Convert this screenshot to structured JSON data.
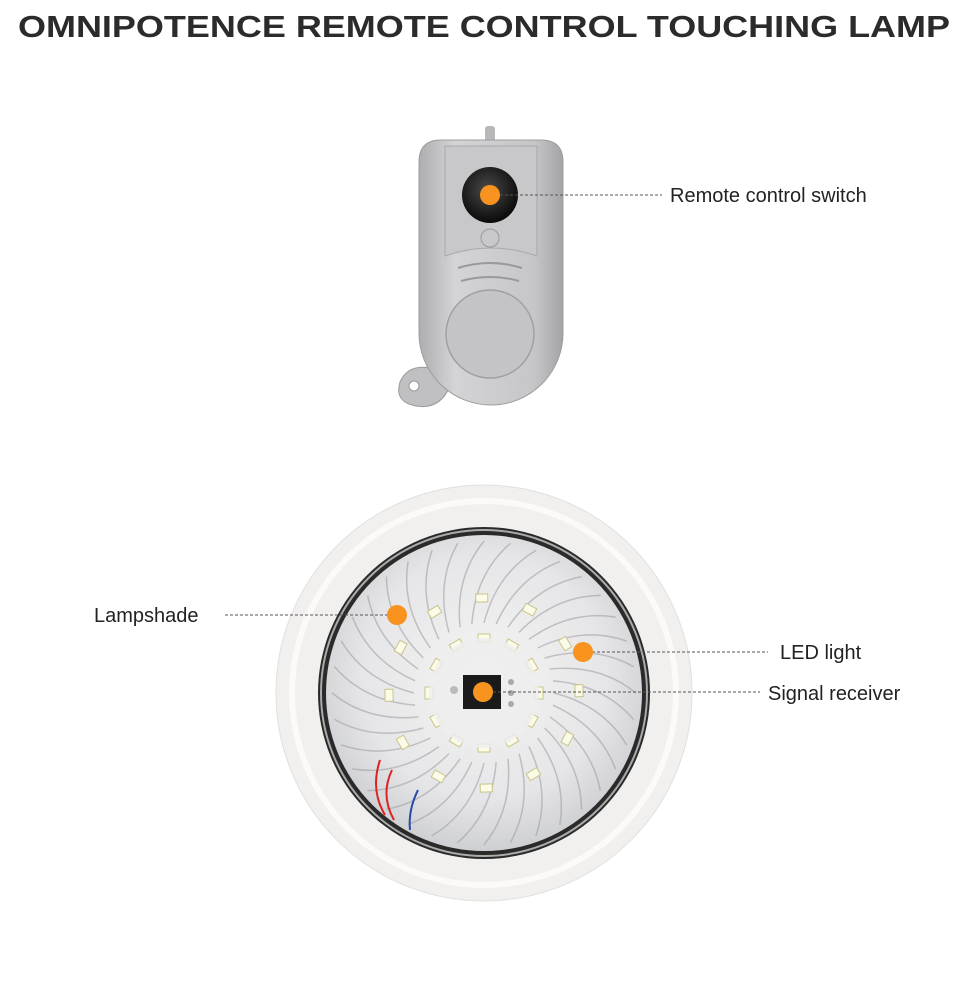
{
  "title": "OMNIPOTENCE REMOTE CONTROL TOUCHING LAMP",
  "labels": {
    "remote_switch": "Remote control switch",
    "lampshade": "Lampshade",
    "led_light": "LED light",
    "signal_receiver": "Signal receiver"
  },
  "colors": {
    "marker": "#f7931e",
    "remote_body": "#c4c4c6",
    "lamp_ring": "#f2f0ee"
  }
}
